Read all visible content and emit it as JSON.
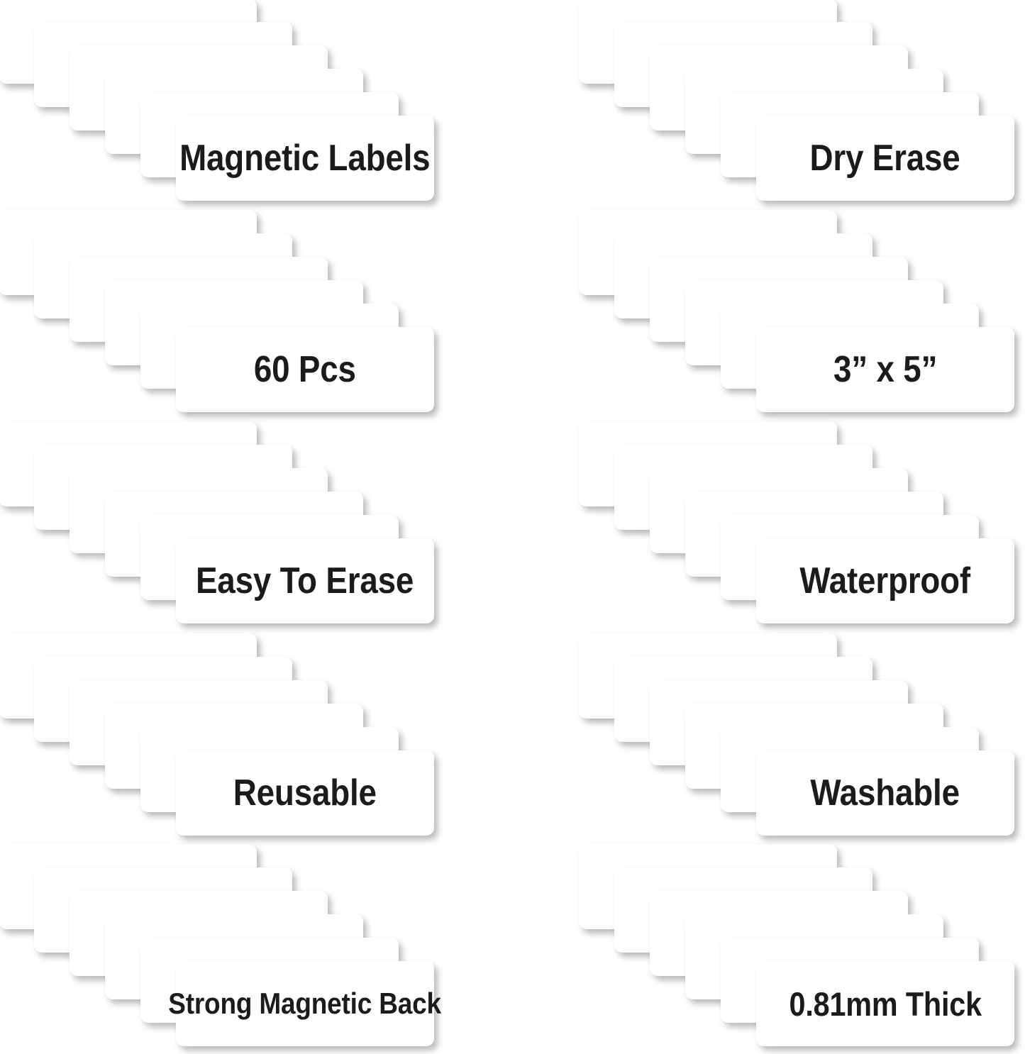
{
  "product_infographic": {
    "background_color": "#ffffff",
    "card_color": "#ffffff",
    "text_color": "#1b1b1b",
    "cards_per_stack": 6,
    "columns": 2,
    "rows": 5,
    "features": [
      {
        "id": "magnetic-labels",
        "label": "Magnetic Labels",
        "column": "left",
        "row": 0,
        "size": "lg"
      },
      {
        "id": "dry-erase",
        "label": "Dry Erase",
        "column": "right",
        "row": 0,
        "size": "lg"
      },
      {
        "id": "sixty-pcs",
        "label": "60 Pcs",
        "column": "left",
        "row": 1,
        "size": "lg"
      },
      {
        "id": "dimensions",
        "label": "3” x 5”",
        "column": "right",
        "row": 1,
        "size": "lg"
      },
      {
        "id": "easy-to-erase",
        "label": "Easy To Erase",
        "column": "left",
        "row": 2,
        "size": "lg"
      },
      {
        "id": "waterproof",
        "label": "Waterproof",
        "column": "right",
        "row": 2,
        "size": "lg"
      },
      {
        "id": "reusable",
        "label": "Reusable",
        "column": "left",
        "row": 3,
        "size": "lg"
      },
      {
        "id": "washable",
        "label": "Washable",
        "column": "right",
        "row": 3,
        "size": "lg"
      },
      {
        "id": "strong-magnetic-back",
        "label": "Strong Magnetic Back",
        "column": "left",
        "row": 4,
        "size": "sm"
      },
      {
        "id": "thickness",
        "label": "0.81mm Thick",
        "column": "right",
        "row": 4,
        "size": "md"
      }
    ]
  }
}
